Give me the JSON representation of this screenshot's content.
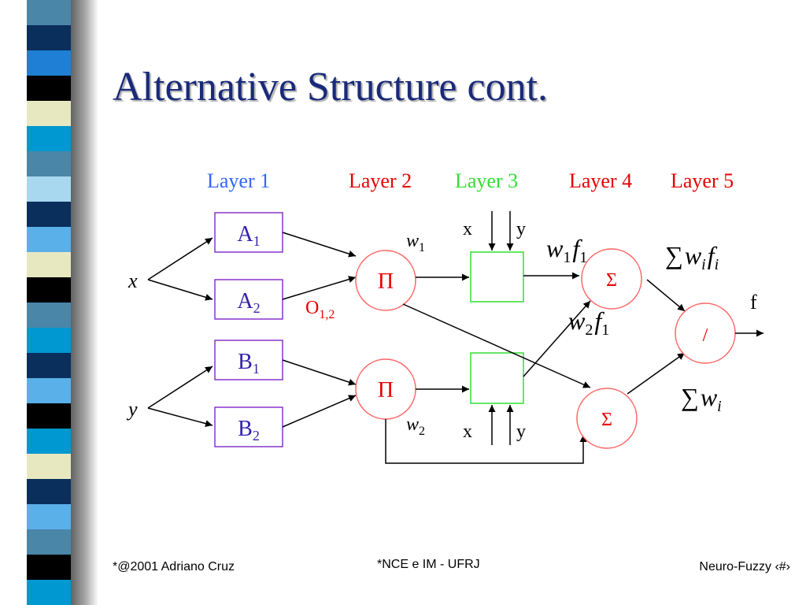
{
  "title": "Alternative Structure cont.",
  "layers": {
    "layer1": "Layer 1",
    "layer2": "Layer 2",
    "layer3": "Layer 3",
    "layer4": "Layer 4",
    "layer5": "Layer 5"
  },
  "layer_colors": {
    "layer1": "#3366ff",
    "layer2": "#e60000",
    "layer3": "#33dd33",
    "layer4": "#e60000",
    "layer5": "#e60000"
  },
  "inputs": {
    "x": "x",
    "y": "y"
  },
  "mf_nodes": [
    {
      "base": "A",
      "sub": "1"
    },
    {
      "base": "A",
      "sub": "2"
    },
    {
      "base": "B",
      "sub": "1"
    },
    {
      "base": "B",
      "sub": "2"
    }
  ],
  "product_symbol": "Π",
  "sum_symbol": "Σ",
  "divide_symbol": "/",
  "consequent_inputs": {
    "x": "x",
    "y": "y"
  },
  "weights": {
    "w1": {
      "base": "w",
      "sub": "1"
    },
    "w2": {
      "base": "w",
      "sub": "2"
    }
  },
  "output_label": {
    "base": "O",
    "sub": "1,2"
  },
  "terms": {
    "w1f1": {
      "w": "w",
      "wsub": "1",
      "f": "f",
      "fsub": "1"
    },
    "w2f1": {
      "w": "w",
      "wsub": "2",
      "f": "f",
      "fsub": "1"
    },
    "sum_wf": {
      "sigma": "∑",
      "w": "w",
      "wsub": "i",
      "f": "f",
      "fsub": "i"
    },
    "sum_w": {
      "sigma": "∑",
      "w": "w",
      "wsub": "i"
    }
  },
  "final_output": "f",
  "colors": {
    "title": "#1a2a7a",
    "mf_border": "#8833cc",
    "mf_text": "#3322aa",
    "node_border": "#ff6666",
    "node_symbol": "#e60000",
    "consequent_border": "#33dd33",
    "output_label": "#e60000"
  },
  "footer": {
    "left": "*@2001 Adriano Cruz",
    "center": "*NCE e IM - UFRJ",
    "right": "Neuro-Fuzzy ‹#›"
  }
}
